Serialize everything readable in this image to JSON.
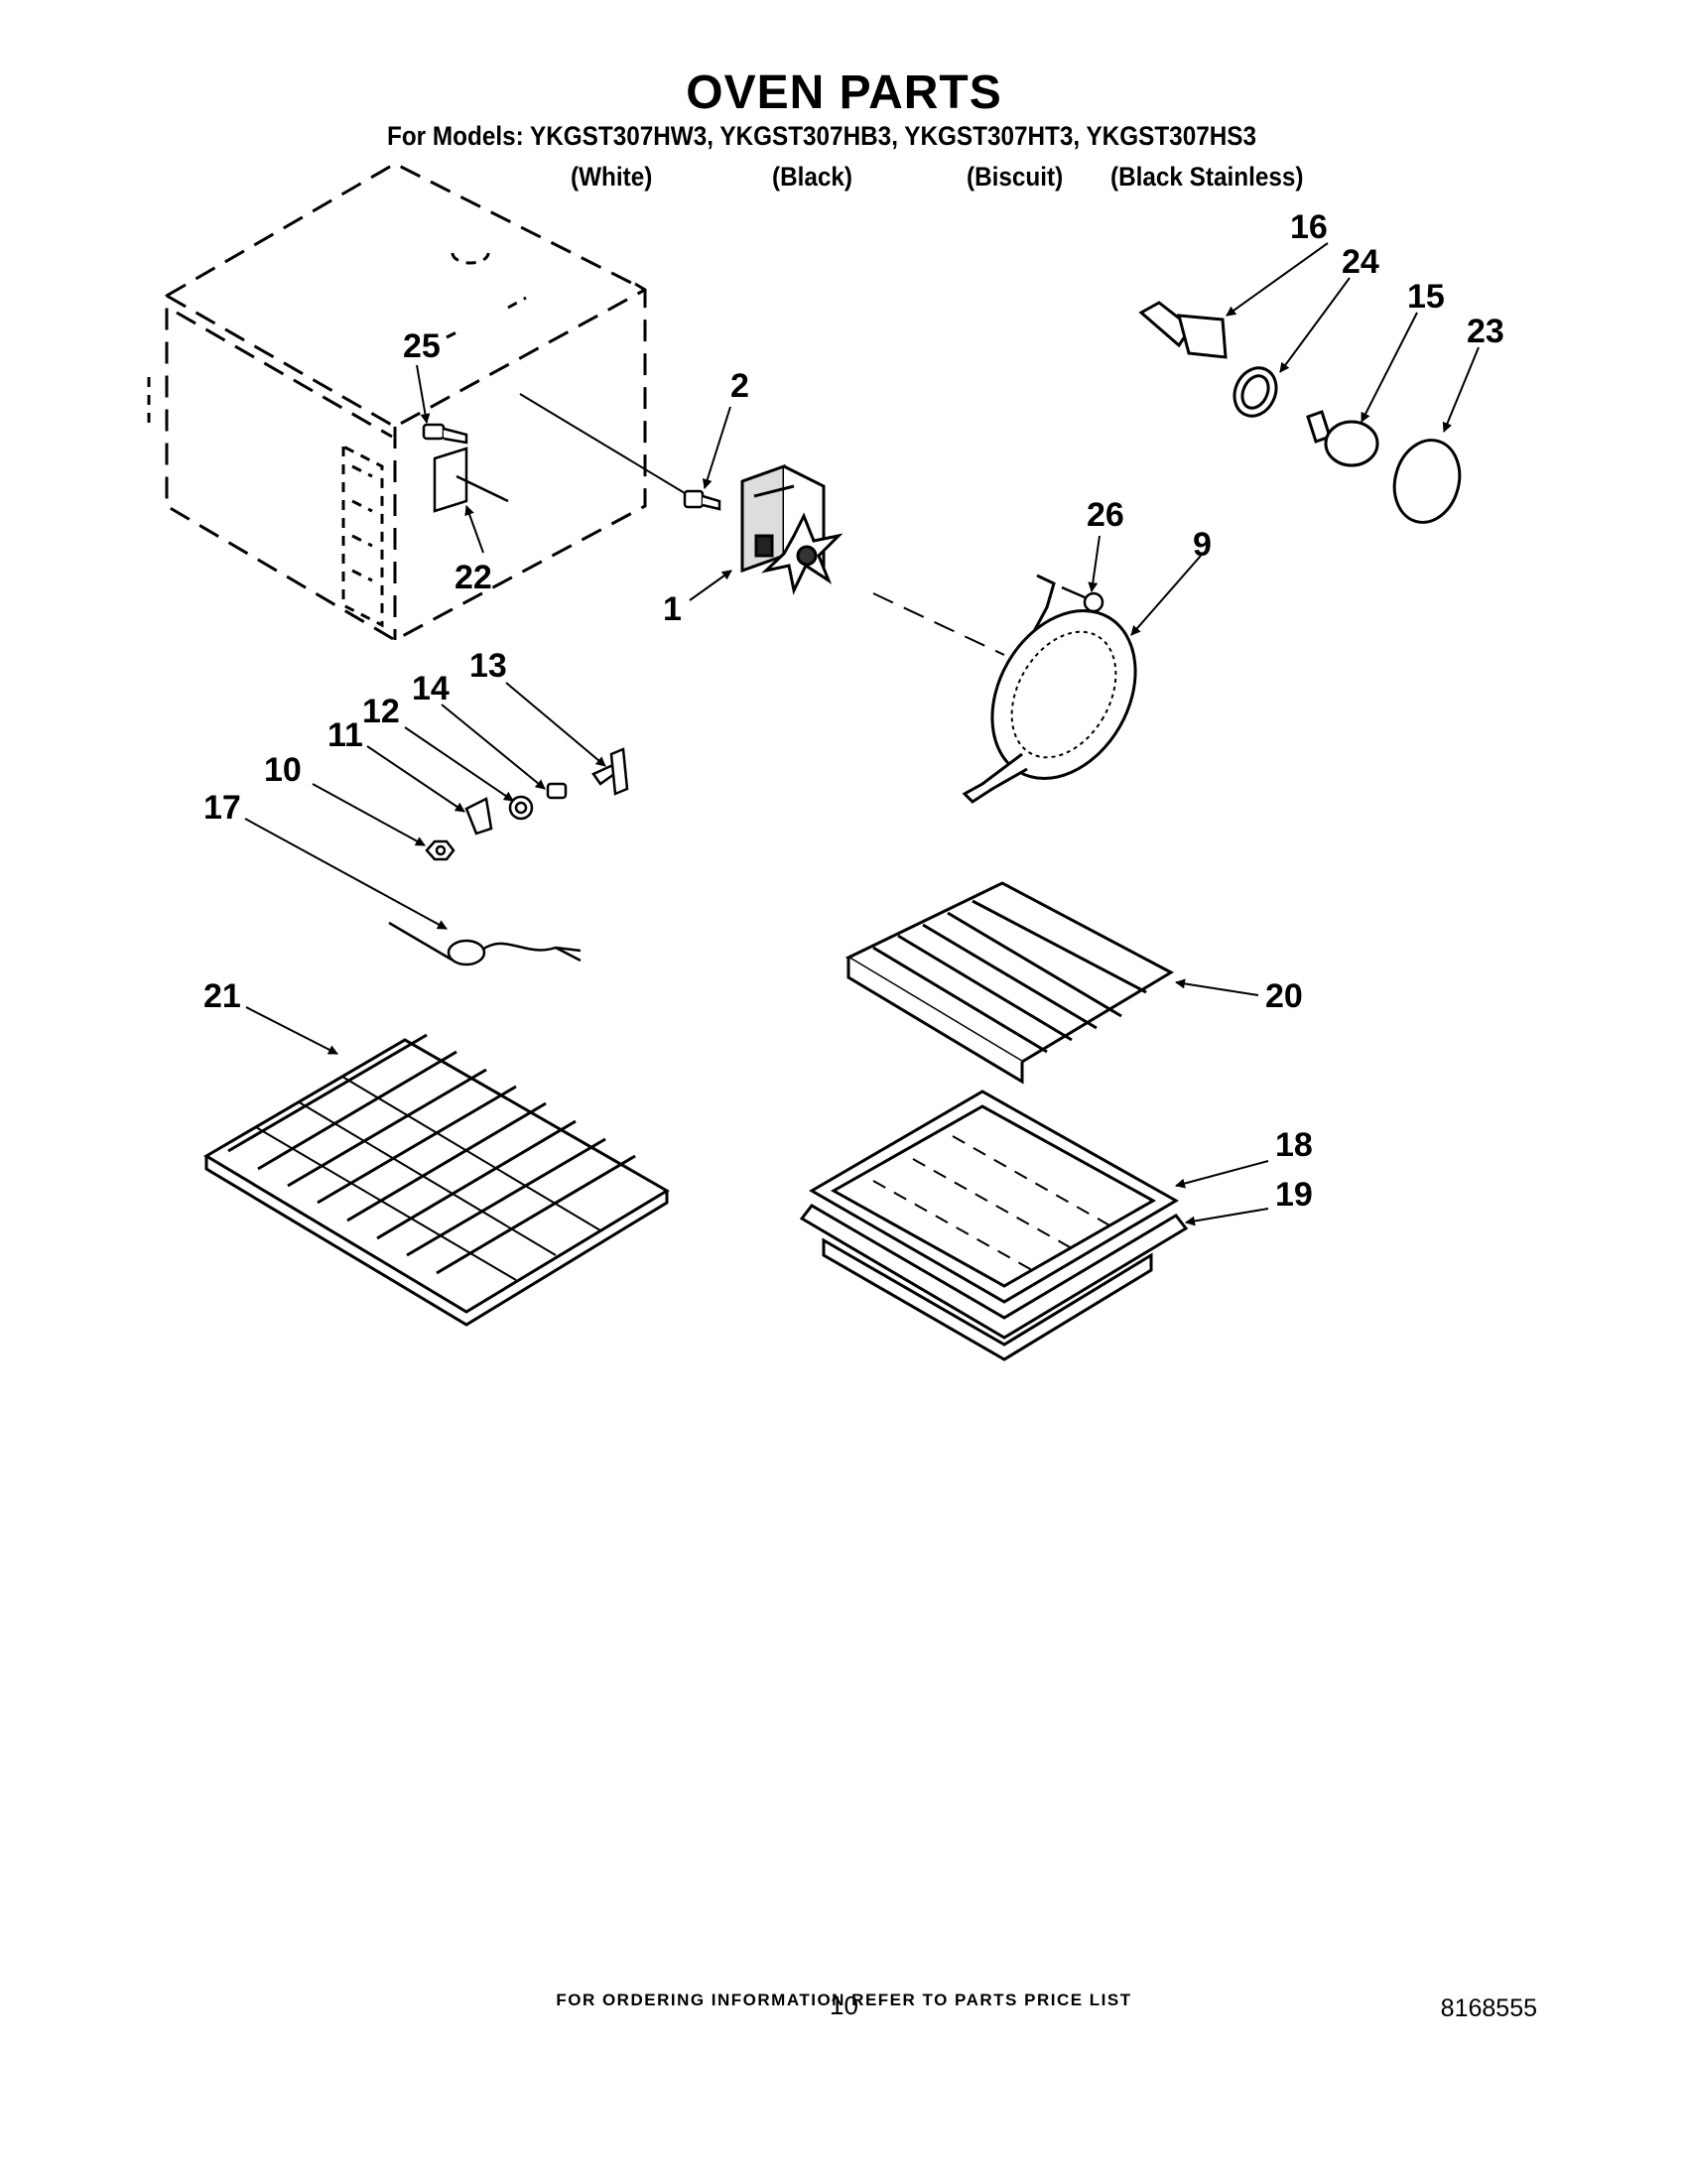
{
  "header": {
    "title": "OVEN PARTS",
    "models_line": "For Models: YKGST307HW3, YKGST307HB3, YKGST307HT3, YKGST307HS3",
    "colors": [
      "(White)",
      "(Black)",
      "(Biscuit)",
      "(Black Stainless)"
    ]
  },
  "callouts": {
    "c1": "1",
    "c2": "2",
    "c9": "9",
    "c10": "10",
    "c11": "11",
    "c12": "12",
    "c13": "13",
    "c14": "14",
    "c15": "15",
    "c16": "16",
    "c17": "17",
    "c18": "18",
    "c19": "19",
    "c20": "20",
    "c21": "21",
    "c22": "22",
    "c23": "23",
    "c24": "24",
    "c25": "25",
    "c26": "26"
  },
  "footer": {
    "ordering_note": "FOR ORDERING INFORMATION REFER TO PARTS PRICE LIST",
    "page_number": "10",
    "document_number": "8168555"
  }
}
